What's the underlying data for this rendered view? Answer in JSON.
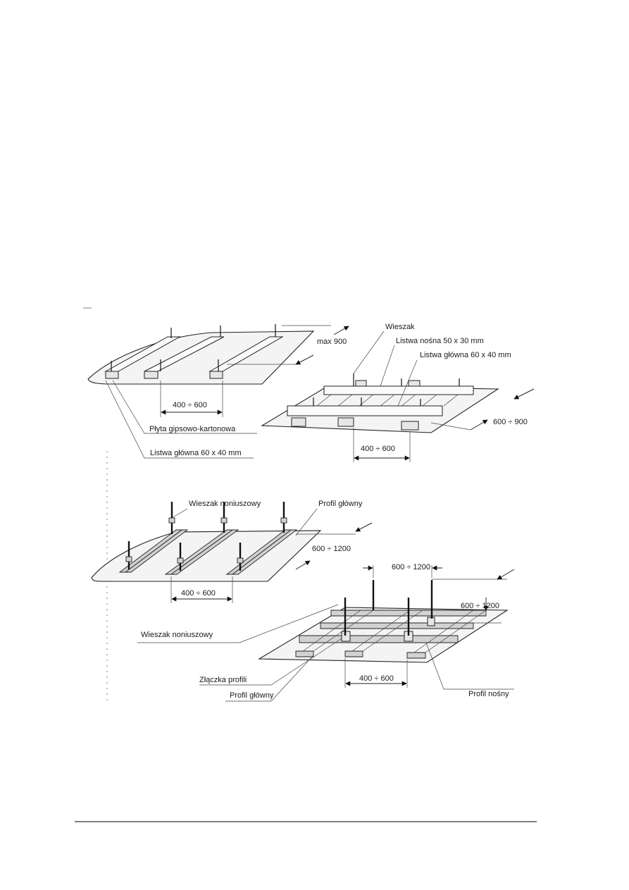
{
  "labels": {
    "wieszak": "Wieszak",
    "listwa_nosna": "Listwa nośna 50 x 30 mm",
    "listwa_glowna_right": "Listwa główna 60 x 40 mm",
    "max_900": "max 900",
    "dim_400_600_a": "400 ÷ 600",
    "plyta": "Płyta gipsowo-kartonowa",
    "listwa_glowna_left": "Listwa główna 60 x 40 mm",
    "dim_400_600_b": "400 ÷ 600",
    "dim_600_900": "600 ÷ 900",
    "wieszak_noniuszowy_top": "Wieszak noniuszowy",
    "profil_glowny_top": "Profil główny",
    "dim_600_1200_a": "600 ÷ 1200",
    "dim_400_600_c": "400 ÷ 600",
    "dim_600_1200_b": "600 ÷ 1200",
    "dim_600_1200_c": "600 ÷ 1200",
    "wieszak_noniuszowy_bottom": "Wieszak noniuszowy",
    "zlaczka": "Złączka profili",
    "profil_glowny_bottom": "Profil główny",
    "dim_400_600_d": "400 ÷ 600",
    "profil_nosny": "Profil nośny"
  }
}
